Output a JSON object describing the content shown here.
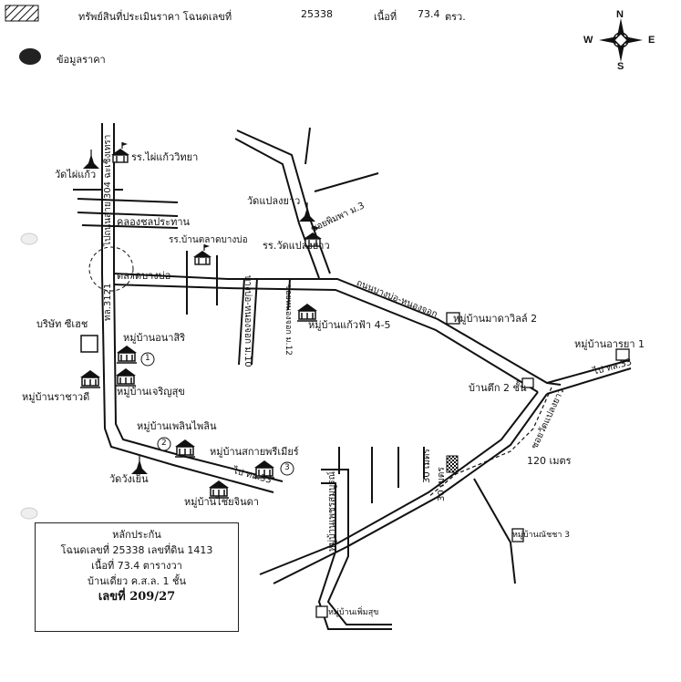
{
  "legend": {
    "appraised_prefix": "ทรัพย์สินที่ประเมินราคา โฉนดเลขที่",
    "deed_number": "25338",
    "area_label": "เนื้อที่",
    "area_value": "73.4",
    "area_unit": "ตรว.",
    "price_data": "ข้อมูลราคา"
  },
  "compass": {
    "n": "N",
    "s": "S",
    "e": "E",
    "w": "W"
  },
  "labels": {
    "road_vert_left": "ไปถนนสาย 304 ฉะเชิงเทรา",
    "wat_phai_kaew": "วัดไผ่แก้ว",
    "school_phai_kaew": "รร.ไผ่แก้ววิทยา",
    "canal": "คลองชลประทาน",
    "school_talat": "รร.บ้านตลาดบางบ่อ",
    "bang_bo_market": "ตลาดบางบ่อ",
    "road_ll": "ทล.3121",
    "wat_plaeng_yao": "วัดแปลงยาว",
    "school_plaeng_yao": "รร.วัดแปลงยาว",
    "soi_phimpha": "ซอยพิมพา ม.3",
    "bang_bo_road": "ถนนบางบ่อ-หนองจอก",
    "road_banbo_nongchok": "บางบ่อ-หนองจอก ม.10",
    "road_small": "ซอยหนองจอก ม.12",
    "vill_kaewfa": "หมู่บ้านแก้วฟ้า 4-5",
    "vill_mada": "หมู่บ้านมาดาวิลล์ 2",
    "vill_araya": "หมู่บ้านอารยา 1",
    "to_lamtakhong": "ไป ทล.33",
    "baan_tuek": "บ้านตึก 2 ชั้น",
    "sub_soi": "ซอยวัดแปลงยาว",
    "dist_120": "120 เมตร",
    "dist_30a": "30 เมตร",
    "dist_30b": "30 เมตร",
    "company": "บริษัท ซีเฮช",
    "vill_anasiri": "หมู่บ้านอนาสิริ",
    "vill_ratchawadee": "หมู่บ้านราชาวดี",
    "vill_charoensuk": "หมู่บ้านเจริญสุข",
    "vill_ploen": "หมู่บ้านเพลินไพลิน",
    "vill_sakai": "หมู่บ้านสกายพรีเมียร์",
    "wat_wangyen": "วัดวังเย็น",
    "vill_chaichinda": "หมู่บ้านไชยจินดา",
    "to_33": "ไป ทล.33",
    "village_road": "หมู่บ้านเพชรสมบูรณ์",
    "vill_natcha": "หมู่บ้านณัชชา 3",
    "vill_phoemsuk": "หมู่บ้านเพิ่มสุข",
    "num1": "1",
    "num2": "2",
    "num3": "3"
  },
  "guarantee": {
    "title": "หลักประกัน",
    "line1": "โฉนดเลขที่ 25338 เลขที่ดิน 1413",
    "line2": "เนื้อที่ 73.4 ตารางวา",
    "line3": "บ้านเดี่ยว ค.ส.ล. 1 ชั้น",
    "line4": "เลขที่ 209/27"
  }
}
